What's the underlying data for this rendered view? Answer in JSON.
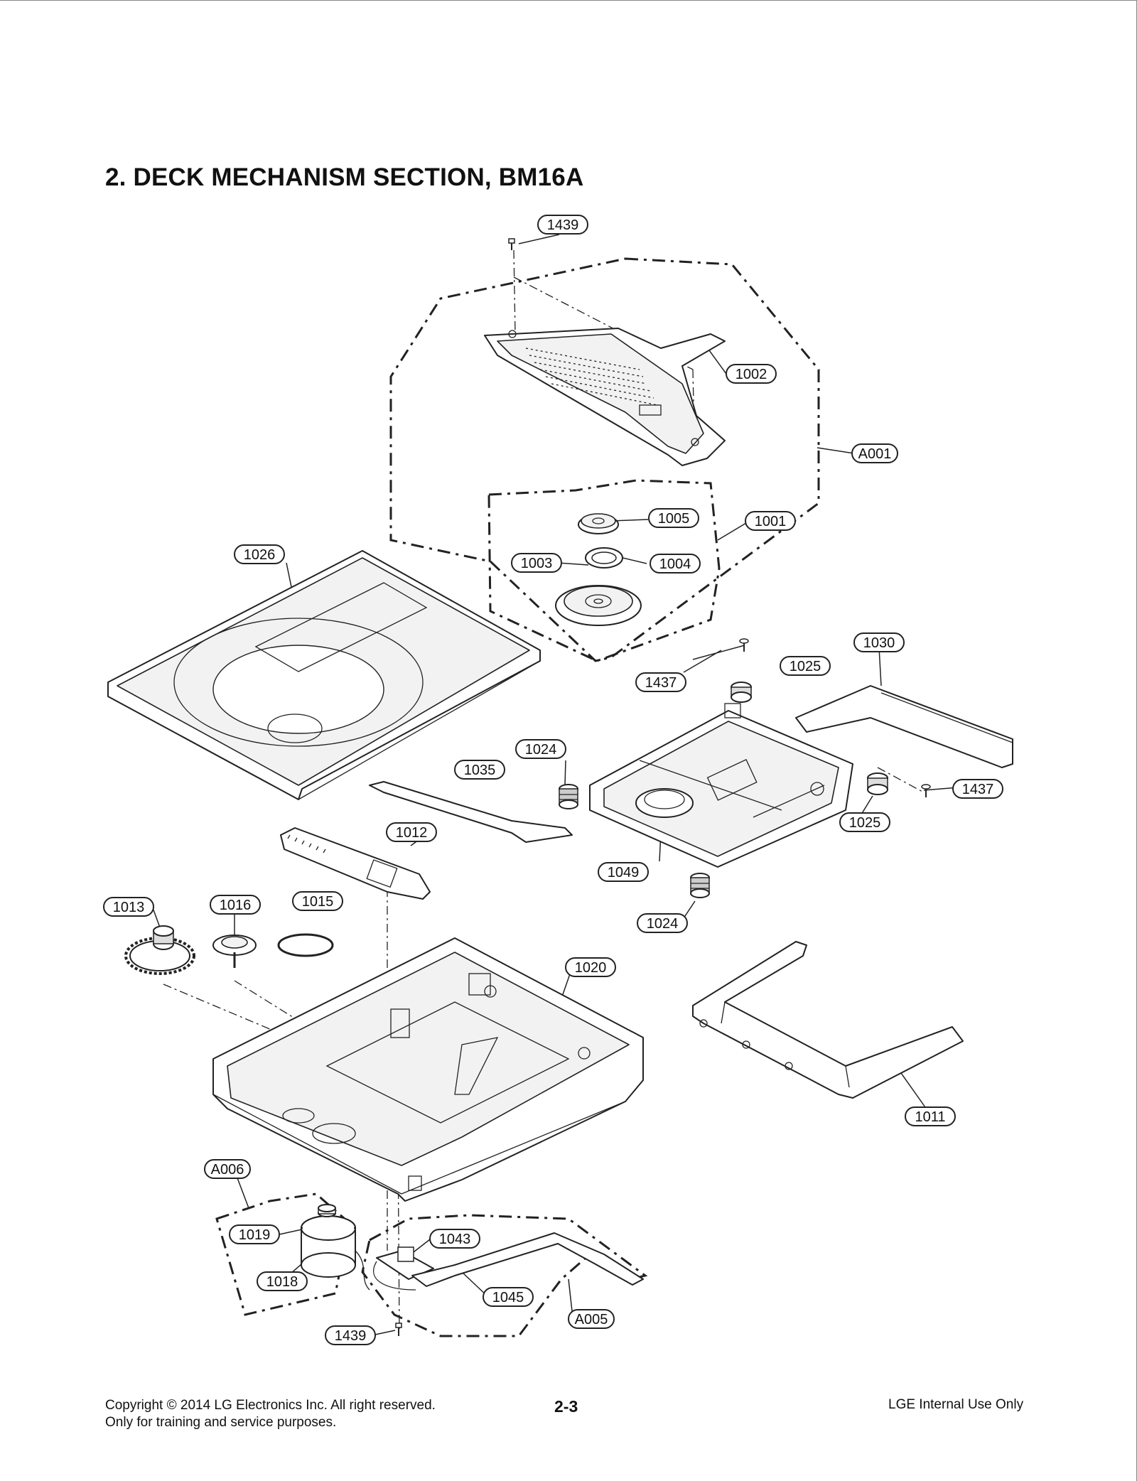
{
  "title": "2. DECK MECHANISM SECTION, BM16A",
  "parts": [
    {
      "id": "1439",
      "label": "1439"
    },
    {
      "id": "1002",
      "label": "1002"
    },
    {
      "id": "A001",
      "label": "A001"
    },
    {
      "id": "1005",
      "label": "1005"
    },
    {
      "id": "1001",
      "label": "1001"
    },
    {
      "id": "1026",
      "label": "1026"
    },
    {
      "id": "1003",
      "label": "1003"
    },
    {
      "id": "1004",
      "label": "1004"
    },
    {
      "id": "1030",
      "label": "1030"
    },
    {
      "id": "1437a",
      "label": "1437"
    },
    {
      "id": "1025a",
      "label": "1025"
    },
    {
      "id": "1024a",
      "label": "1024"
    },
    {
      "id": "1035",
      "label": "1035"
    },
    {
      "id": "1437b",
      "label": "1437"
    },
    {
      "id": "1025b",
      "label": "1025"
    },
    {
      "id": "1012",
      "label": "1012"
    },
    {
      "id": "1049",
      "label": "1049"
    },
    {
      "id": "1013",
      "label": "1013"
    },
    {
      "id": "1016",
      "label": "1016"
    },
    {
      "id": "1015",
      "label": "1015"
    },
    {
      "id": "1024b",
      "label": "1024"
    },
    {
      "id": "1020",
      "label": "1020"
    },
    {
      "id": "1011",
      "label": "1011"
    },
    {
      "id": "A006",
      "label": "A006"
    },
    {
      "id": "1019",
      "label": "1019"
    },
    {
      "id": "1043",
      "label": "1043"
    },
    {
      "id": "1018",
      "label": "1018"
    },
    {
      "id": "1045",
      "label": "1045"
    },
    {
      "id": "A005",
      "label": "A005"
    },
    {
      "id": "1439b",
      "label": "1439"
    }
  ],
  "footer": {
    "copyright_line1": "Copyright © 2014 LG Electronics Inc. All right reserved.",
    "copyright_line2": "Only for training and service purposes.",
    "page_number": "2-3",
    "notice": "LGE Internal Use Only"
  }
}
